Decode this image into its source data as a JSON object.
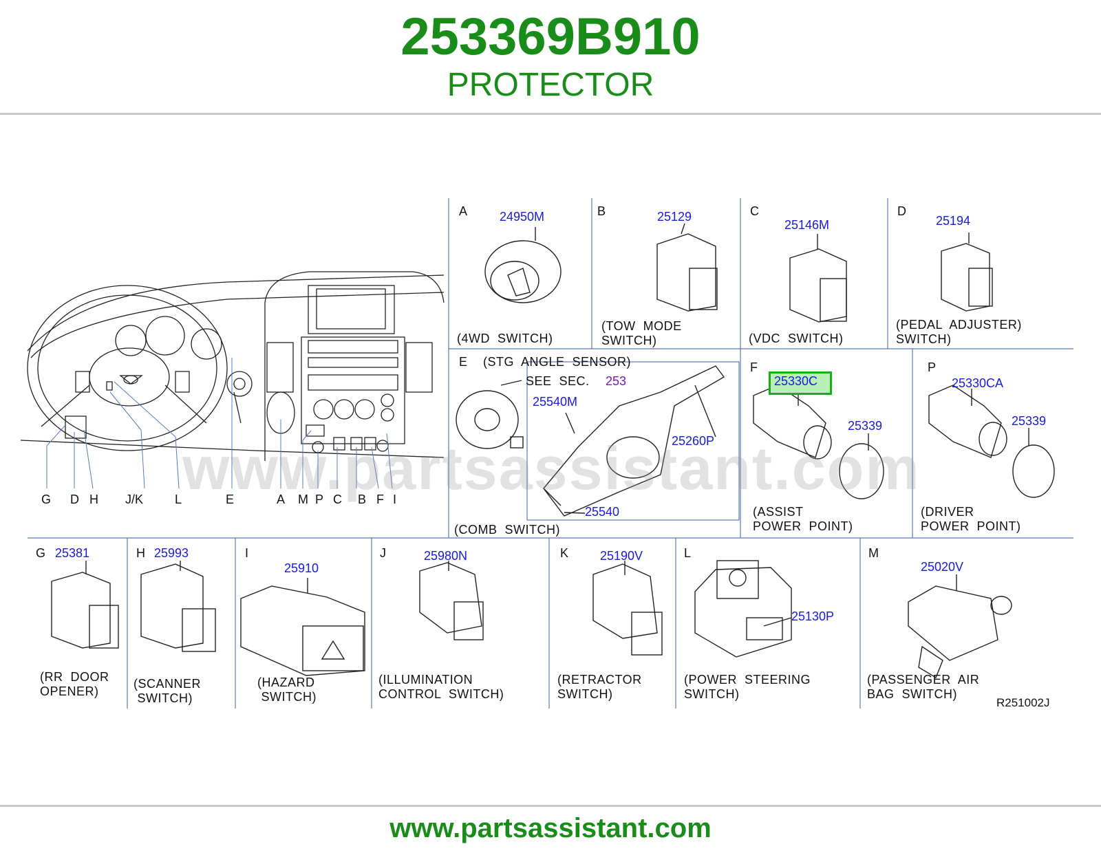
{
  "header": {
    "part_number": "253369B910",
    "part_name": "PROTECTOR"
  },
  "footer": {
    "url": "www.partsassistant.com"
  },
  "watermark": "www.partsassistant.com",
  "diagram": {
    "reference_code": "R251002J",
    "overview_letters": [
      "G",
      "D",
      "H",
      "J/K",
      "L",
      "E",
      "A",
      "M",
      "P",
      "C",
      "B",
      "F",
      "I"
    ],
    "sections": {
      "A": {
        "letter": "A",
        "part": "24950M",
        "caption": "(4WD  SWITCH)"
      },
      "B": {
        "letter": "B",
        "part": "25129",
        "caption": "(TOW  MODE\nSWITCH)"
      },
      "C": {
        "letter": "C",
        "part": "25146M",
        "caption": "(VDC  SWITCH)"
      },
      "D": {
        "letter": "D",
        "part": "25194",
        "caption": "(PEDAL  ADJUSTER)\nSWITCH)"
      },
      "E": {
        "letter": "E",
        "title": "(STG  ANGLE  SENSOR)",
        "see_sec": "SEE  SEC.",
        "see_sec_num": "253",
        "part_sensor": "25540M",
        "part_comb": "25260P",
        "part_comb2": "25540",
        "caption": "(COMB  SWITCH)"
      },
      "F": {
        "letter": "F",
        "part_highlight": "25330C",
        "part": "25339",
        "caption": "(ASSIST\nPOWER  POINT)"
      },
      "P": {
        "letter": "P",
        "part": "25330CA",
        "part2": "25339",
        "caption": "(DRIVER\nPOWER  POINT)"
      },
      "G": {
        "letter": "G",
        "part": "25381",
        "caption": "(RR  DOOR\nOPENER)"
      },
      "H": {
        "letter": "H",
        "part": "25993",
        "caption": "(SCANNER\n SWITCH)"
      },
      "I": {
        "letter": "I",
        "part": "25910",
        "caption": "(HAZARD\n SWITCH)"
      },
      "J": {
        "letter": "J",
        "part": "25980N",
        "caption": "(ILLUMINATION\nCONTROL  SWITCH)"
      },
      "K": {
        "letter": "K",
        "part": "25190V",
        "caption": "(RETRACTOR\nSWITCH)"
      },
      "L": {
        "letter": "L",
        "part": "25130P",
        "caption": "(POWER  STEERING\nSWITCH)"
      },
      "M": {
        "letter": "M",
        "part": "25020V",
        "caption": "(PASSENGER  AIR\nBAG  SWITCH)"
      }
    }
  }
}
